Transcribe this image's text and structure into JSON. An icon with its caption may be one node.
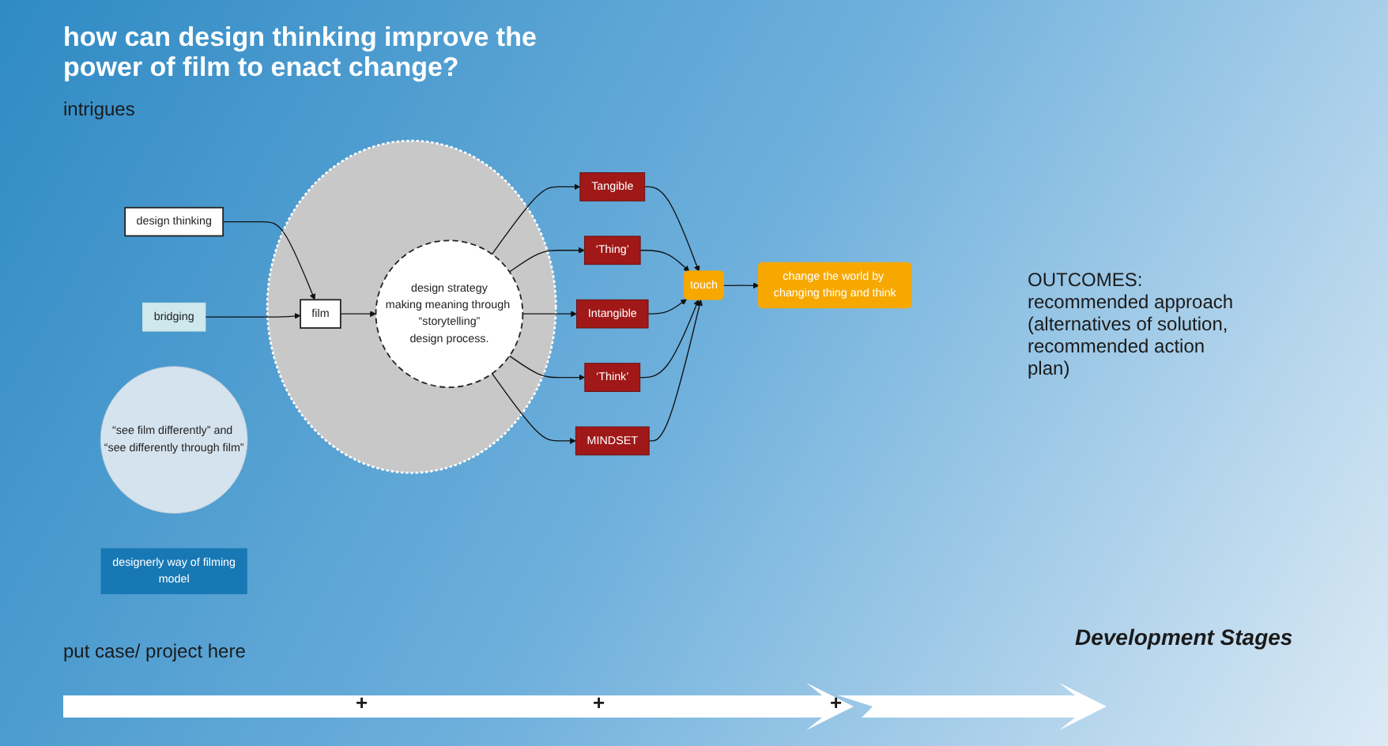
{
  "diagram": {
    "title": "how can design thinking improve the power of film to enact change?",
    "nodes": [
      {
        "text": [],
        "shape": "circle"
      },
      {
        "text": [
          "design thinking"
        ]
      },
      {
        "text": [
          "film"
        ],
        "in": 0
      },
      {
        "text": [
          "design strategy",
          "making meaning through “storytelling”",
          "design process."
        ],
        "in": 0
      },
      {
        "text": [
          "bridging"
        ]
      },
      {
        "text": [
          "Tangible"
        ]
      },
      {
        "text": [
          "‘Thing’"
        ]
      },
      {
        "text": [
          "Intangible"
        ]
      },
      {
        "text": [
          "‘Think’"
        ]
      },
      {
        "text": [
          "MINDSET"
        ]
      },
      {
        "text": [
          "touch"
        ]
      },
      {
        "text": [
          "change the world by changing thing and think"
        ]
      },
      {
        "text": [
          "“see film differently” and “see differently through film”"
        ]
      },
      {
        "text": [
          "designerly way of filming",
          "model"
        ]
      }
    ],
    "edges": [
      {
        "from": 1,
        "to": 2,
        "arrow": "to"
      },
      {
        "from": 2,
        "to": 3,
        "arrow": "to"
      },
      {
        "from": 4,
        "to": 2,
        "arrow": "to"
      },
      {
        "from": 3,
        "to": 5,
        "arrow": "to"
      },
      {
        "from": 3,
        "to": 6,
        "arrow": "to"
      },
      {
        "from": 3,
        "to": 7,
        "arrow": "to"
      },
      {
        "from": 3,
        "to": 8,
        "arrow": "to"
      },
      {
        "from": 3,
        "to": 9,
        "arrow": "to"
      },
      {
        "from": 5,
        "to": 10,
        "arrow": "to"
      },
      {
        "from": 6,
        "to": 10,
        "arrow": "to"
      },
      {
        "from": 7,
        "to": 10,
        "arrow": "to"
      },
      {
        "from": 8,
        "to": 10,
        "arrow": "to"
      },
      {
        "from": 9,
        "to": 10,
        "arrow": "to"
      },
      {
        "from": 10,
        "to": 11,
        "arrow": "to"
      }
    ],
    "labels": [
      "intrigues",
      "put case/ project here",
      "OUTCOMES: recommended approach (alternatives of solution, recommended action plan)",
      "Development Stages",
      "+",
      "+",
      "+"
    ]
  }
}
